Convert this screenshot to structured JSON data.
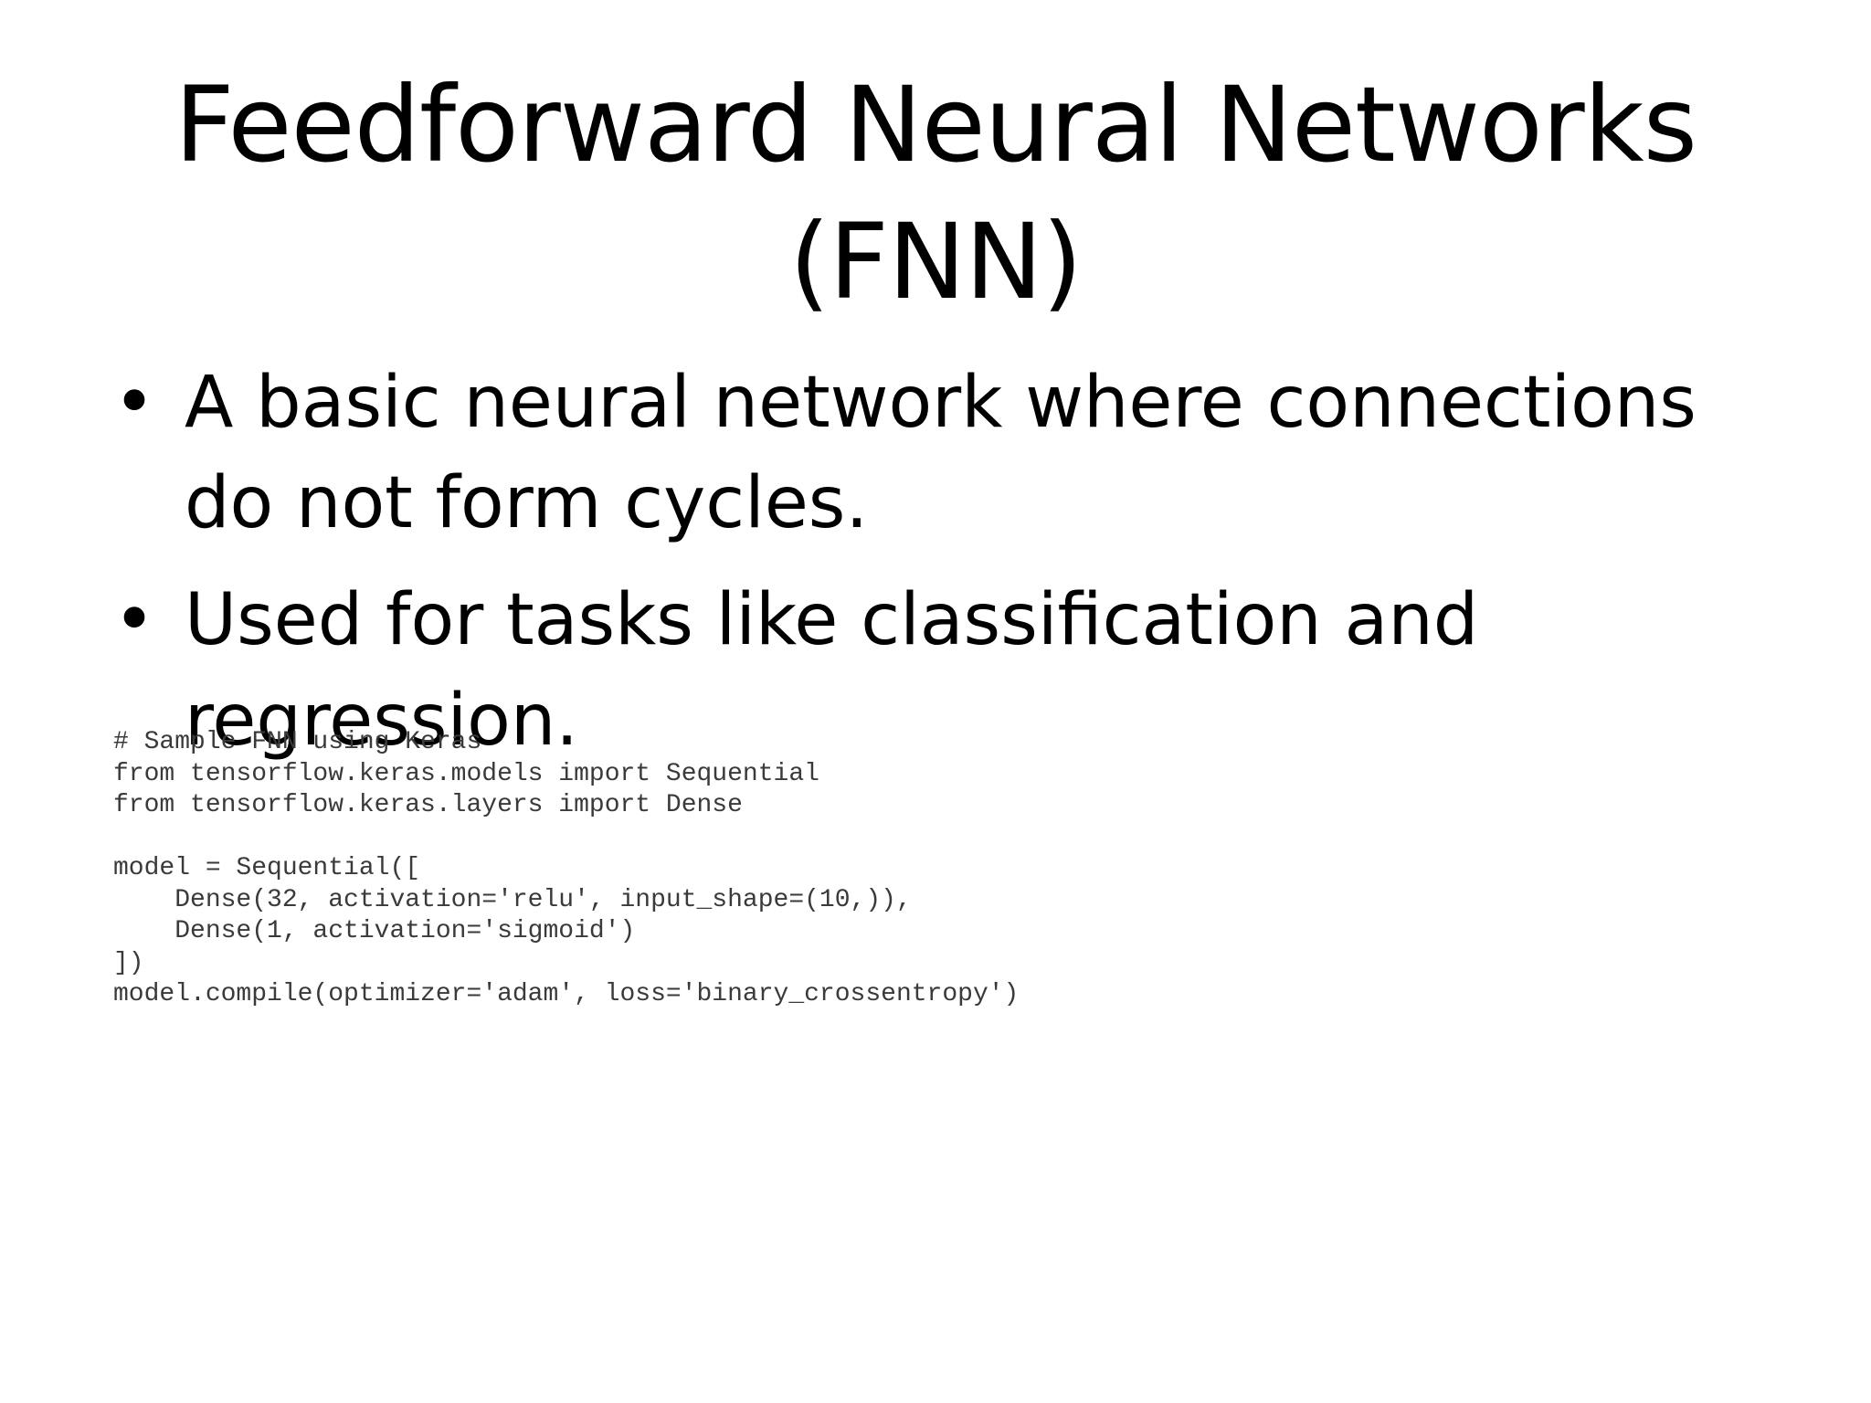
{
  "slide": {
    "title_line1": "Feedforward Neural Networks",
    "title_line2": "(FNN)",
    "bullets": [
      "A basic neural network where connections do not form cycles.",
      "Used for tasks like classification and regression."
    ],
    "bullet_symbol": "•",
    "code": "# Sample FNN using Keras\nfrom tensorflow.keras.models import Sequential\nfrom tensorflow.keras.layers import Dense\n\nmodel = Sequential([\n    Dense(32, activation='relu', input_shape=(10,)),\n    Dense(1, activation='sigmoid')\n])\nmodel.compile(optimizer='adam', loss='binary_crossentropy')"
  }
}
